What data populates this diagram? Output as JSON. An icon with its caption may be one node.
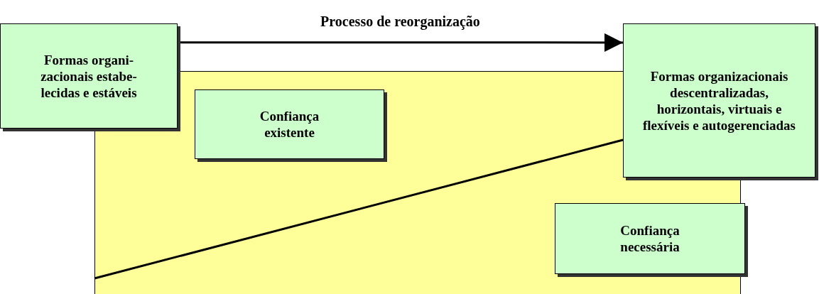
{
  "diagram": {
    "nodes": [
      {
        "text": [
          "Formas organi- zacionais estabe- lecidas e estáveis"
        ]
      },
      {
        "text": [
          "Formas organizacionais descentralizadas, horizontais, virtuais e flexíveis e autogerenciadas"
        ]
      },
      {
        "text": [],
        "shape": "box"
      },
      {
        "text": [
          "Confiança existente"
        ],
        "in": 2
      },
      {
        "text": [
          "Confiança necessária"
        ],
        "in": 2
      }
    ],
    "edges": [
      {
        "from": 0,
        "to": 1,
        "arrow": "to",
        "label": "Processo de reorganização"
      },
      {
        "from": 2,
        "to": 1,
        "arrow": "none"
      }
    ]
  }
}
